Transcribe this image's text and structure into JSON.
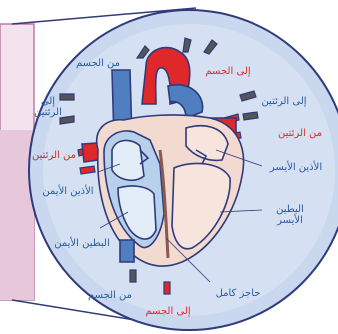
{
  "labels": {
    "from_body_top": "من الجسم",
    "to_body_top": "إلى الجسم",
    "to_lungs_left": "إلى\nالرئتين",
    "from_lungs_left": "من الرئتين",
    "to_lungs_right": "إلى الرئتين",
    "from_lungs_right": "من الرئتين",
    "left_atrium": "الأذين الأيسر",
    "right_atrium": "الأذين الأيمن",
    "left_ventricle": "البطين\nالأيسر",
    "right_ventricle": "البطين الأيمن",
    "septum": "حاجز كامل",
    "from_body_bottom": "من الجسم",
    "to_body_bottom": "إلى الجسم"
  },
  "colors": {
    "oxygenated": "#e0282a",
    "deoxygenated": "#2a5aa0",
    "outline": "#2f3b7a",
    "circle_fill": "#c9d8ee",
    "panel_fill": "#f3e3ee",
    "panel_border": "#c27ba0"
  }
}
